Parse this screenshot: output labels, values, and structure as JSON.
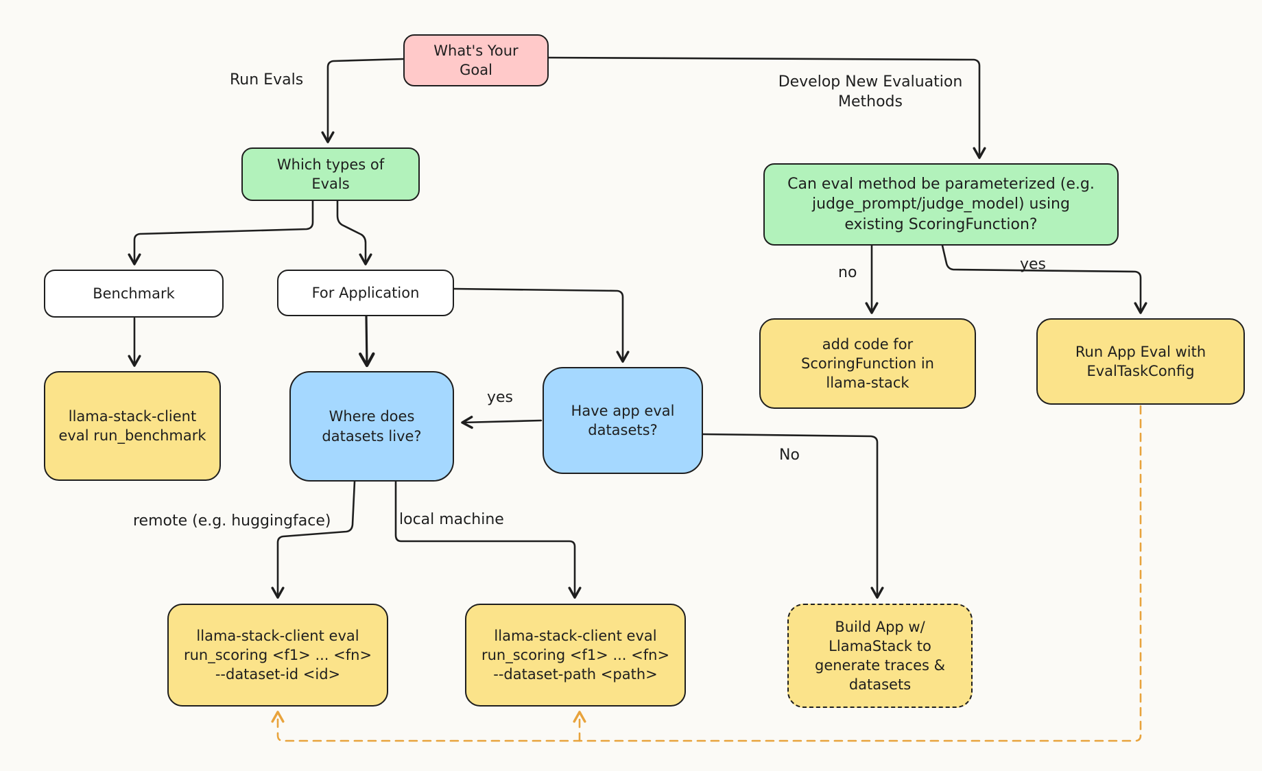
{
  "diagram": {
    "background": "#fbfaf6",
    "stroke_color": "#1e1e1e",
    "colors": {
      "pink": "#ffc9c9",
      "green": "#b2f2bb",
      "blue": "#a5d8ff",
      "yellow": "#fbe38a",
      "dashed_orange": "#e8a33c"
    },
    "nodes": {
      "goal": "What's Your\nGoal",
      "which_types": "Which types of\nEvals",
      "can_parameterized": "Can eval method be parameterized (e.g.\njudge_prompt/judge_model) using\nexisting ScoringFunction?",
      "benchmark": "Benchmark",
      "for_application": "For Application",
      "run_benchmark": "llama-stack-client\neval run_benchmark",
      "where_datasets": "Where does\ndatasets live?",
      "have_datasets": "Have app eval\ndatasets?",
      "add_code": "add code for\nScoringFunction in\nllama-stack",
      "run_app_eval": "Run App Eval with\nEvalTaskConfig",
      "run_scoring_id": "llama-stack-client eval\nrun_scoring <f1> ... <fn>\n--dataset-id <id>",
      "run_scoring_path": "llama-stack-client eval\nrun_scoring <f1> ... <fn>\n--dataset-path <path>",
      "build_app": "Build App w/\nLlamaStack to\ngenerate traces &\ndatasets"
    },
    "edge_labels": {
      "run_evals": "Run Evals",
      "develop_new": "Develop New Evaluation\nMethods",
      "no_scoring": "no",
      "yes_scoring": "yes",
      "yes_have": "yes",
      "no_have": "No",
      "remote": "remote (e.g. huggingface)",
      "local": "local machine"
    }
  }
}
